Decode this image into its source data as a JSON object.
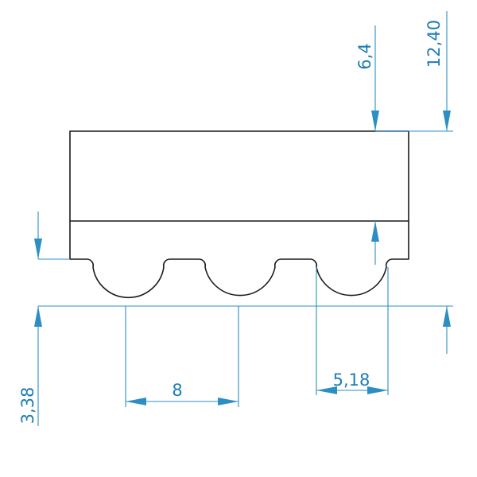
{
  "dimensions": {
    "pitch": "8",
    "tooth_width": "5,18",
    "tooth_height": "3,38",
    "upper_thickness": "6,4",
    "total_height": "12,40"
  },
  "colors": {
    "outline": "#1a1a1a",
    "dimension": "#2b8fc4"
  }
}
